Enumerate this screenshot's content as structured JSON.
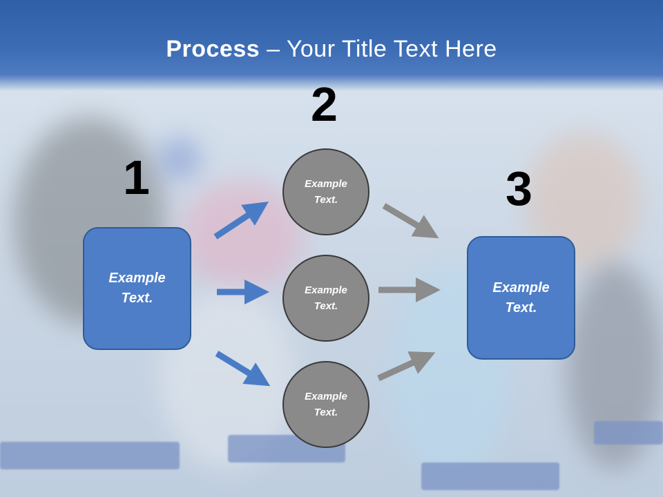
{
  "title": {
    "bold": "Process",
    "rest": " – Your Title Text Here"
  },
  "steps": {
    "n1": "1",
    "n2": "2",
    "n3": "3"
  },
  "left_box": {
    "text_line1": "Example",
    "text_line2": "Text."
  },
  "right_box": {
    "text_line1": "Example",
    "text_line2": "Text."
  },
  "circles": [
    {
      "line1": "Example",
      "line2": "Text."
    },
    {
      "line1": "Example",
      "line2": "Text."
    },
    {
      "line1": "Example",
      "line2": "Text."
    }
  ],
  "colors": {
    "title_band": "#3d6db5",
    "box_fill": "#4e7ec8",
    "blue_arrow": "#4a7cc6",
    "gray_arrow": "#8c8c8c",
    "circle_fill": "#8a8a8a"
  }
}
